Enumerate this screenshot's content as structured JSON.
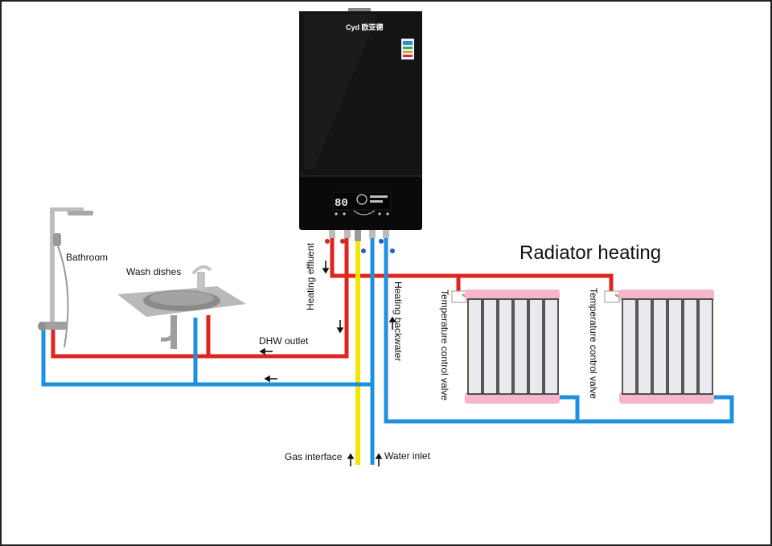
{
  "boiler": {
    "brand": "Cyd 欧亚德",
    "display_temp": "80"
  },
  "labels": {
    "title": "Radiator heating",
    "bathroom": "Bathroom",
    "wash_dishes": "Wash dishes",
    "dhw_outlet": "DHW outlet",
    "heating_effluent": "Heating effluent",
    "heating_backwater": "Heating backwater",
    "temp_valve_1": "Temperature control valve",
    "temp_valve_2": "Temperature control valve",
    "gas_interface": "Gas interface",
    "water_inlet": "Water inlet"
  },
  "colors": {
    "hot_pipe": "#e0231e",
    "cold_pipe": "#1e90e0",
    "gas_pipe": "#f5e600",
    "boiler_body": "#0a0a0a",
    "radiator_cap": "#f4b6c8"
  }
}
